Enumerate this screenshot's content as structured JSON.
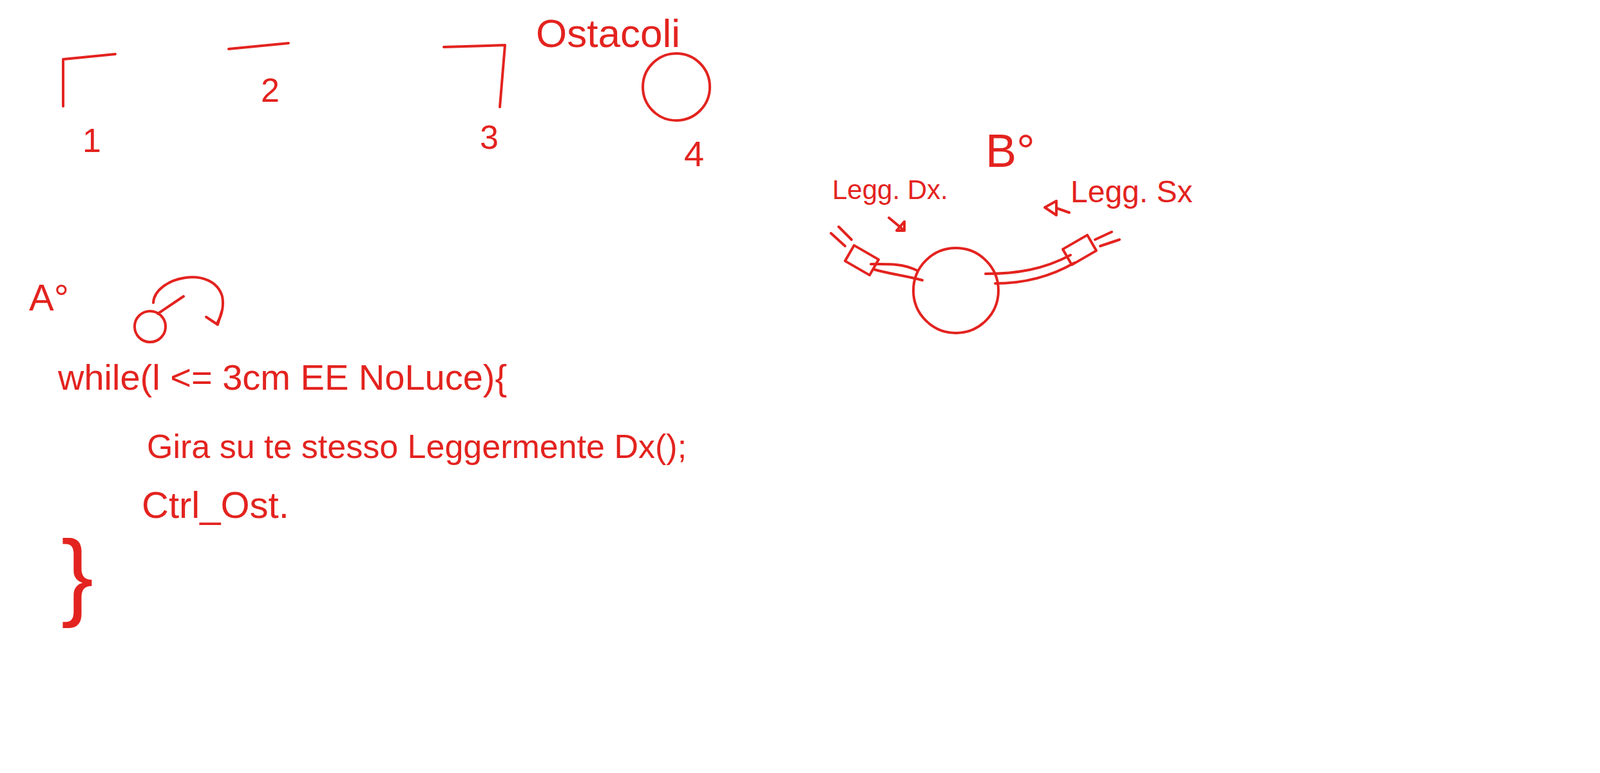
{
  "diagram": {
    "labels": [
      "Ostacoli",
      "1",
      "2",
      "3",
      "4",
      "B°",
      "Legg. Dx.",
      "Legg. Sx",
      "A°",
      "while(l <= 3cm EE NoLuce){",
      "Gira su te stesso Leggermente Dx();",
      "Ctrl_Ost.",
      "}"
    ]
  }
}
